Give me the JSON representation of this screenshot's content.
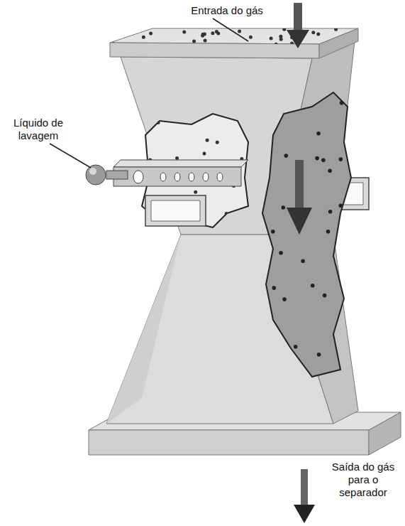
{
  "diagram": {
    "labels": [
      "Entrada do gás",
      "Líquido de lavagem",
      "Saída do gás para o separador"
    ]
  }
}
